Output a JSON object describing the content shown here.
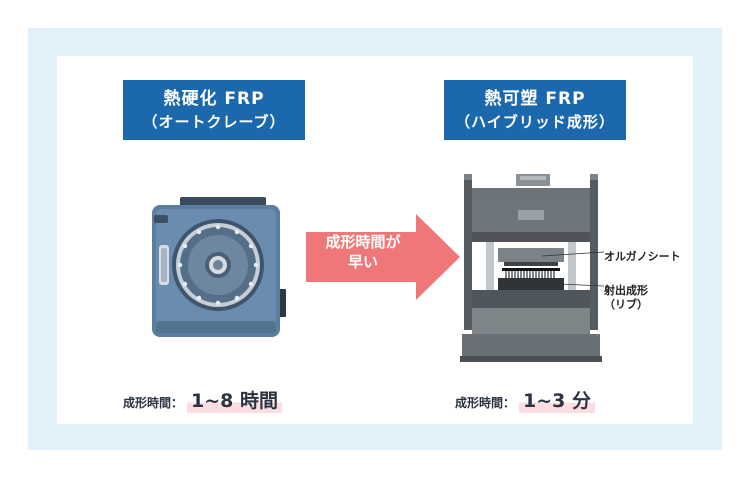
{
  "left": {
    "title_line1": "熱硬化 FRP",
    "title_line2": "（オートクレーブ）",
    "time_label": "成形時間：",
    "time_value": "1~8 時間"
  },
  "right": {
    "title_line1": "熱可塑 FRP",
    "title_line2": "（ハイブリッド成形）",
    "time_label": "成形時間：",
    "time_value": "1~3 分",
    "annotation_sheet": "オルガノシート",
    "annotation_rib_line1": "射出成形",
    "annotation_rib_line2": "（リブ）"
  },
  "arrow": {
    "line1": "成形時間が",
    "line2": "早い",
    "color": "#f07777"
  },
  "colors": {
    "title_bg": "#1c68ad",
    "outer_bg": "#e3f1fb",
    "highlight": "#fbdde2"
  },
  "icons": {
    "autoclave": "autoclave-icon",
    "press": "hydraulic-press-icon"
  }
}
